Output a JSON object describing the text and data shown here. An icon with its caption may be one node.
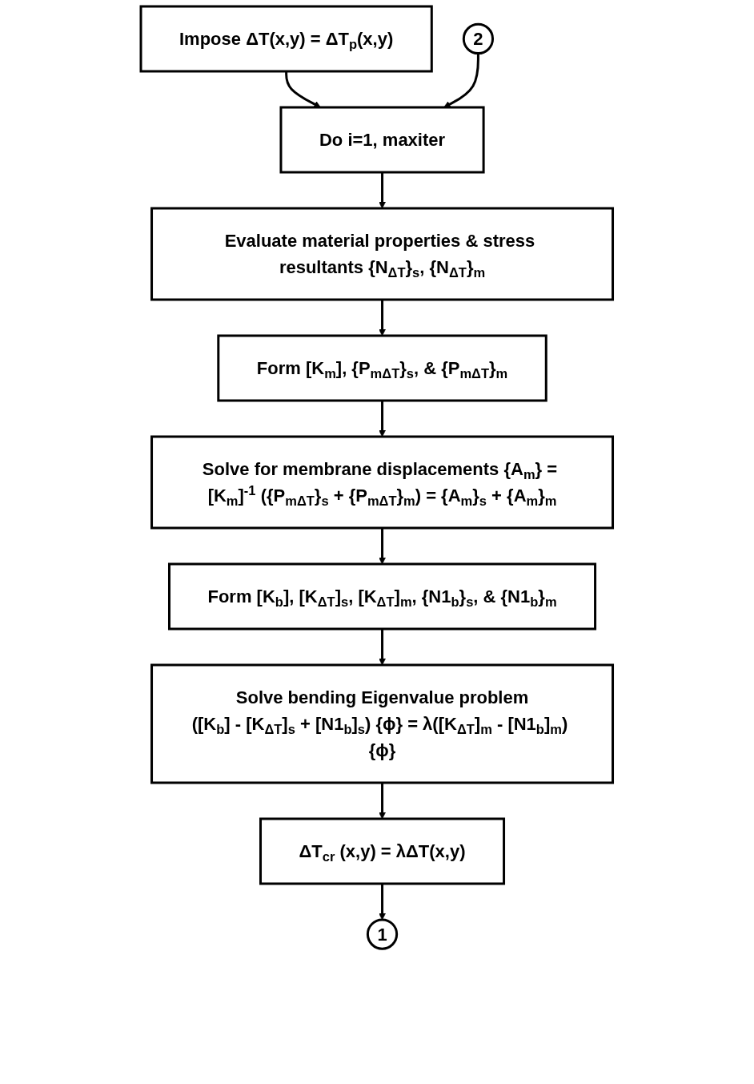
{
  "diagram": {
    "nodes": [
      {
        "text": [
          "Impose ΔT(x,y) = ΔT$_{p}$(x,y)"
        ]
      },
      {
        "text": [
          "Do i=1, maxiter"
        ]
      },
      {
        "text": [
          "Evaluate material properties & stress resultants {N$_{ΔT}$}$_{s}$, {N$_{ΔT}$}$_{m}$"
        ]
      },
      {
        "text": [
          "Form [K$_{m}$], {P$_{mΔT}$}$_{s}$, & {P$_{mΔT}$}$_{m}$"
        ]
      },
      {
        "text": [
          "Solve for membrane displacements {A$_{m}$} = [K$_{m}$]$^{-1}$ ({P$_{mΔT}$}$_{s}$ + {P$_{mΔT}$}$_{m}$) = {A$_{m}$}$_{s}$ + {A$_{m}$}$_{m}$"
        ]
      },
      {
        "text": [
          "Form [K$_{b}$], [K$_{ΔT}$]$_{s}$, [K$_{ΔT}$]$_{m}$, {N1$_{b}$}$_{s}$, & {N1$_{b}$}$_{m}$"
        ]
      },
      {
        "text": [
          "Solve bending Eigenvalue problem",
          "([K$_{b}$] - [K$_{ΔT}$]$_{s}$ + [N1$_{b}$]$_{s}$) {ϕ} = λ([K$_{ΔT}$]$_{m}$ - [N1$_{b}$]$_{m}$) {ϕ}"
        ]
      },
      {
        "text": [
          "ΔT$_{cr}$ (x,y) = λΔT(x,y)"
        ]
      },
      {
        "text": [
          "2"
        ]
      },
      {
        "text": [
          "1"
        ]
      }
    ],
    "edges": [
      {
        "from": 0,
        "to": 1,
        "arrow": "to"
      },
      {
        "from": 1,
        "to": 2,
        "arrow": "to"
      },
      {
        "from": 2,
        "to": 3,
        "arrow": "to"
      },
      {
        "from": 3,
        "to": 4,
        "arrow": "to"
      },
      {
        "from": 4,
        "to": 5,
        "arrow": "to"
      },
      {
        "from": 5,
        "to": 6,
        "arrow": "to"
      },
      {
        "from": 6,
        "to": 7,
        "arrow": "to"
      },
      {
        "from": 7,
        "to": 9,
        "arrow": "to"
      },
      {
        "from": 8,
        "to": 1,
        "arrow": "to"
      }
    ]
  }
}
